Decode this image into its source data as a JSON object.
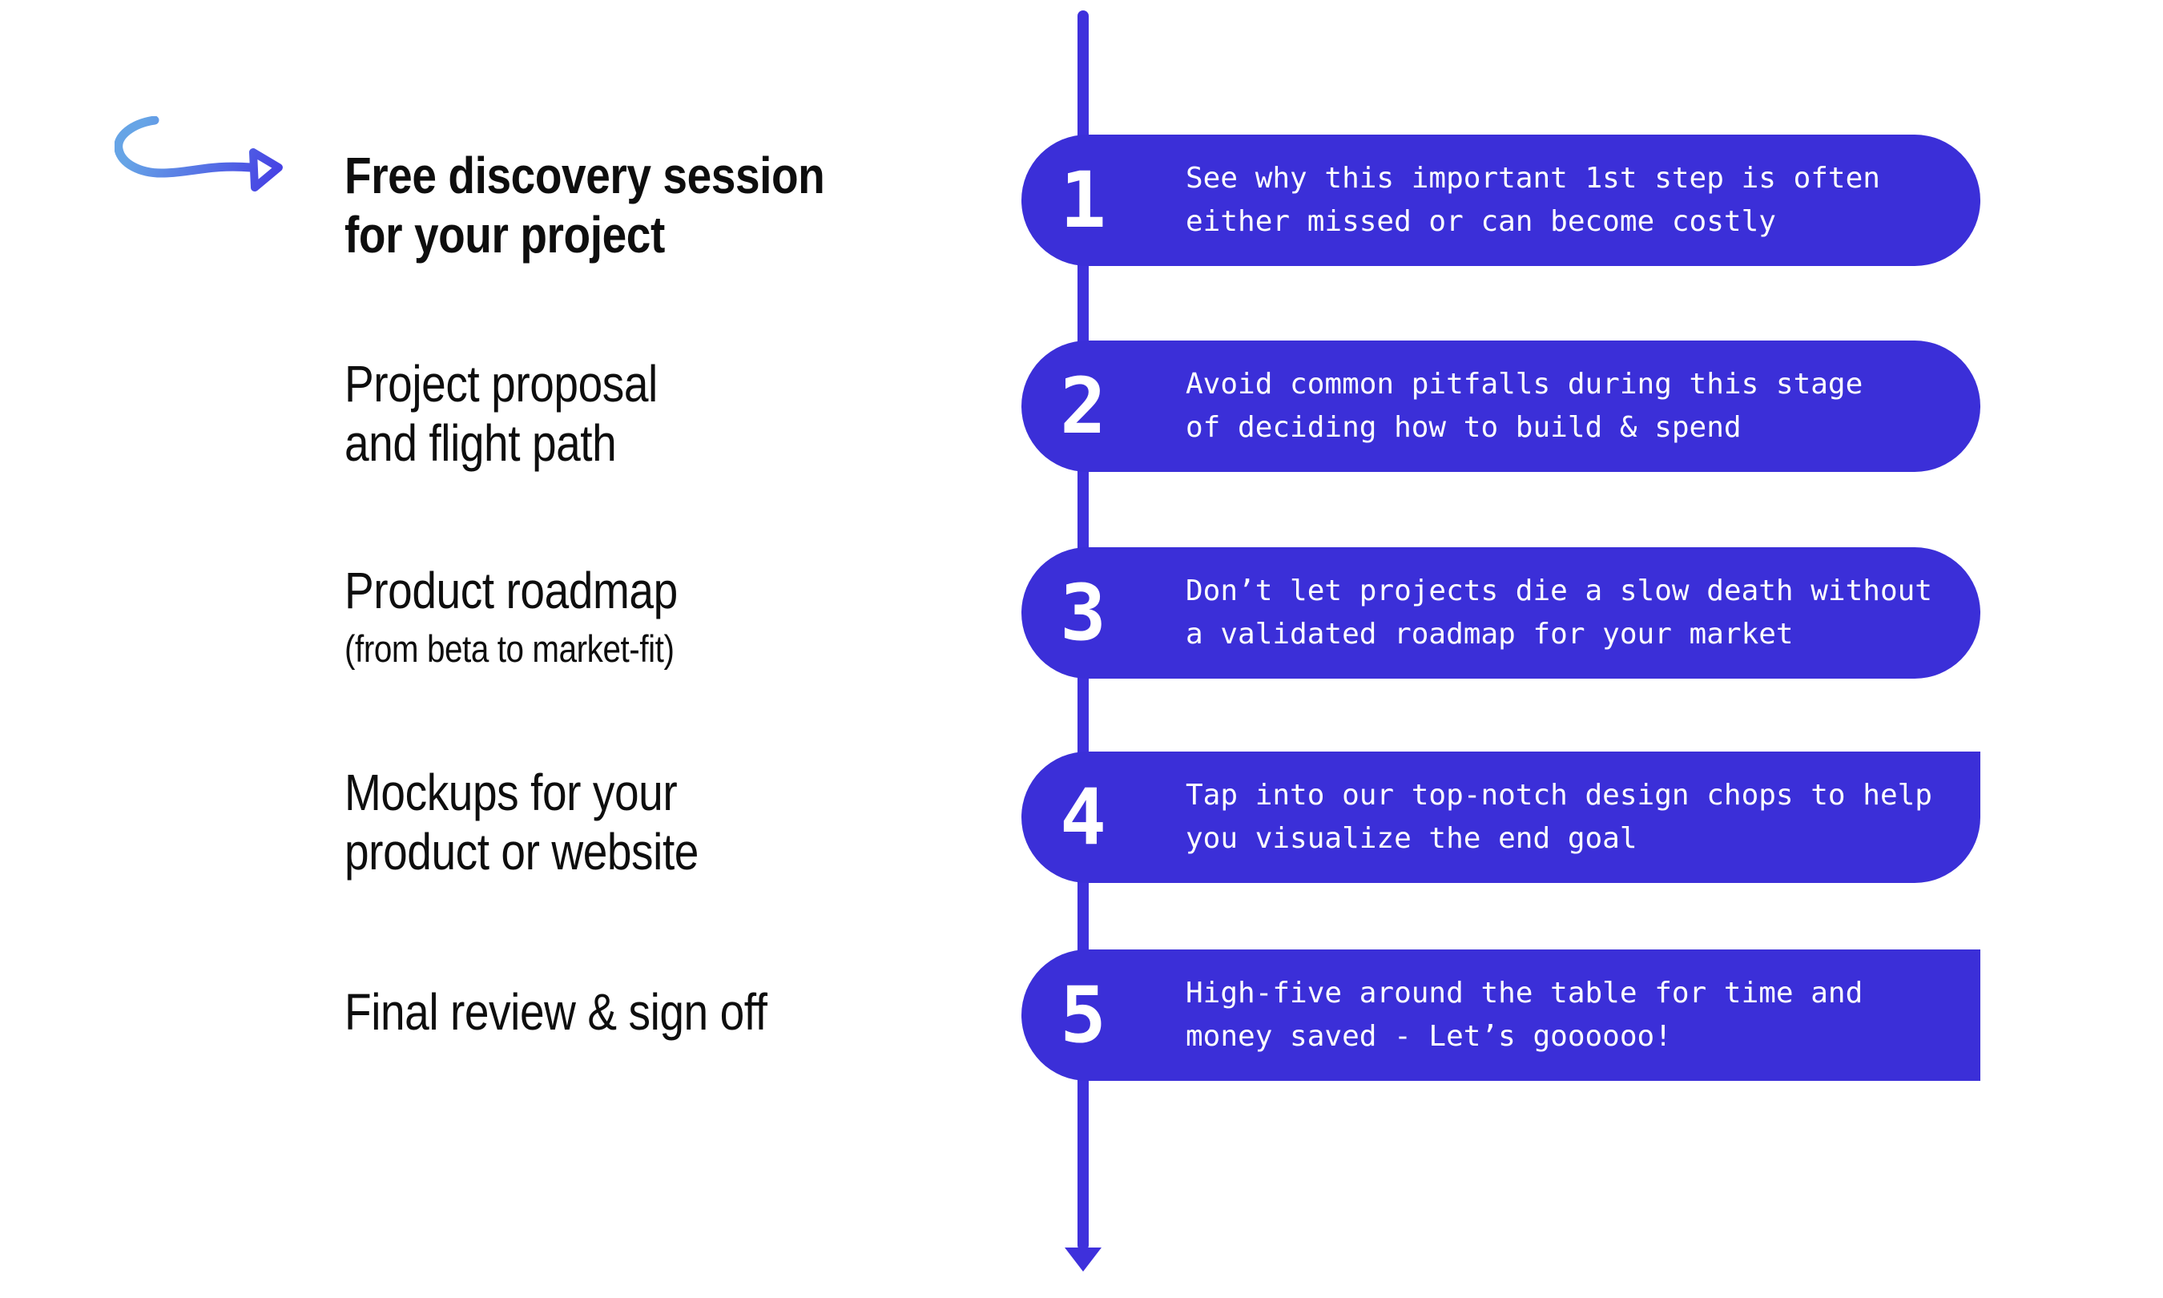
{
  "colors": {
    "pill": "#3B2FD8",
    "timeline": "#3E30DC",
    "label_text": "#0e0e0e",
    "pill_text": "#ffffff",
    "arrow_start": "#66A4E6",
    "arrow_end": "#4641E4"
  },
  "icons": {
    "curved_arrow": "curved-arrow-icon",
    "timeline_arrowhead": "down-arrowhead-icon"
  },
  "steps": [
    {
      "number": "1",
      "label": "Free discovery session\nfor your project",
      "description": "See why this important 1st step is often\neither missed or can become costly"
    },
    {
      "number": "2",
      "label": "Project proposal\nand flight path",
      "description": "Avoid common pitfalls during this stage\nof deciding how to build & spend"
    },
    {
      "number": "3",
      "label": "Product roadmap",
      "sublabel": "(from beta to market-fit)",
      "description": "Don’t let projects die a slow death without\na validated roadmap for your market"
    },
    {
      "number": "4",
      "label": "Mockups for your\nproduct or website",
      "description": "Tap into our top-notch design chops to help\nyou visualize the end goal"
    },
    {
      "number": "5",
      "label": "Final review & sign off",
      "description": "High-five around the table for time and\nmoney saved - Let’s goooooo!"
    }
  ]
}
